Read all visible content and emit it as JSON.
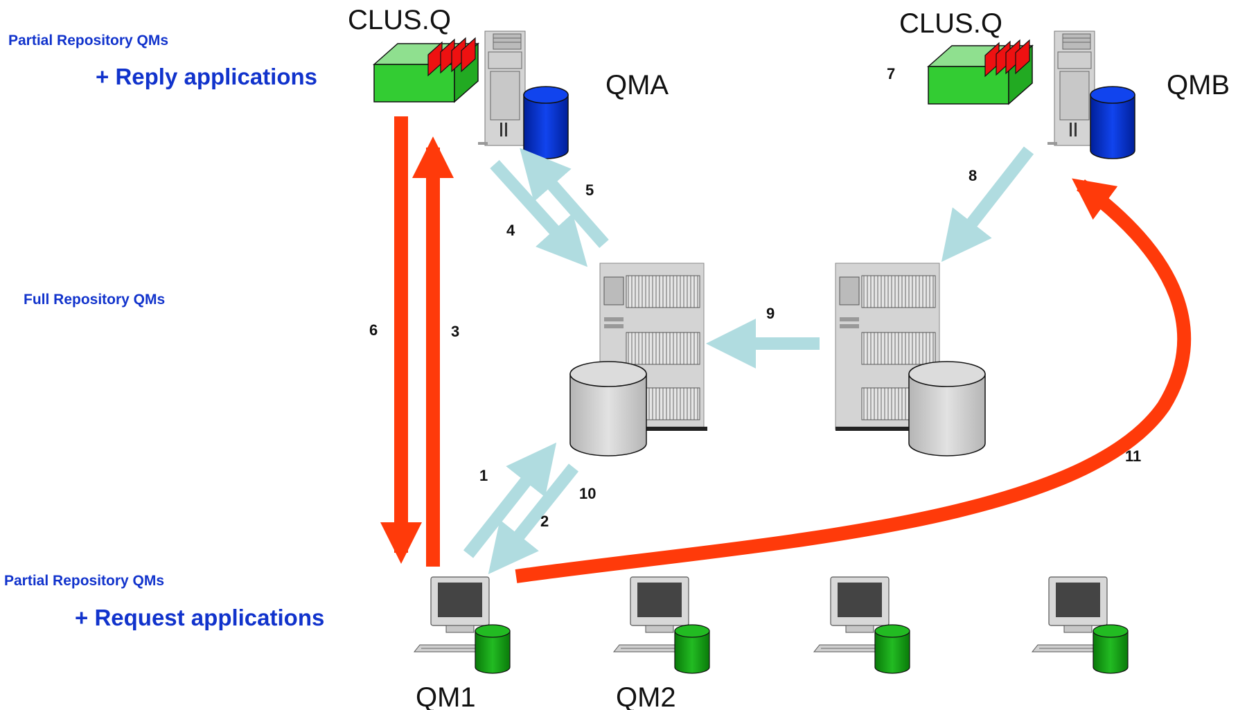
{
  "labels": {
    "partial_top": "Partial Repository QMs",
    "reply_apps": "+ Reply applications",
    "full_repo": "Full Repository QMs",
    "partial_bottom": "Partial Repository QMs",
    "request_apps": "+ Request applications"
  },
  "queues": {
    "left": "CLUS.Q",
    "right": "CLUS.Q"
  },
  "qmgrs": {
    "qma": "QMA",
    "qmb": "QMB",
    "qm1": "QM1",
    "qm2": "QM2"
  },
  "steps": [
    "1",
    "2",
    "3",
    "4",
    "5",
    "6",
    "7",
    "8",
    "9",
    "10",
    "11"
  ],
  "colors": {
    "label_blue": "#1133cc",
    "red_flow": "#ff3a0a",
    "light_flow": "#b0dce0",
    "queue_green": "#33cc33",
    "queue_red": "#ee1111",
    "db_blue": "#0033cc",
    "db_green": "#14a014",
    "server_gray": "#d4d4d4"
  }
}
